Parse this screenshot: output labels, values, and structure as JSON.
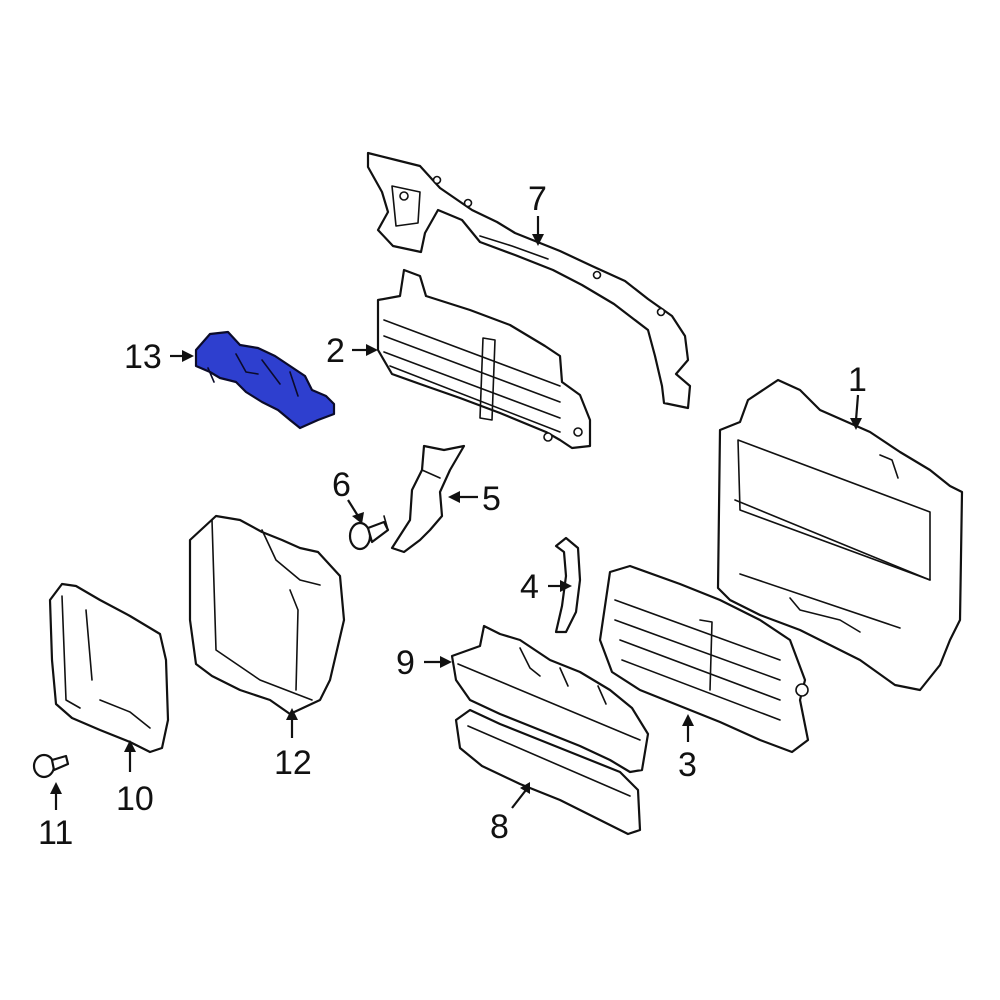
{
  "diagram": {
    "highlight_color": "#2e3fcf",
    "line_color": "#111111",
    "highlighted_part": "13",
    "callouts": [
      {
        "label": "1"
      },
      {
        "label": "2"
      },
      {
        "label": "3"
      },
      {
        "label": "4"
      },
      {
        "label": "5"
      },
      {
        "label": "6"
      },
      {
        "label": "7"
      },
      {
        "label": "8"
      },
      {
        "label": "9"
      },
      {
        "label": "10"
      },
      {
        "label": "11"
      },
      {
        "label": "12"
      },
      {
        "label": "13"
      }
    ]
  }
}
